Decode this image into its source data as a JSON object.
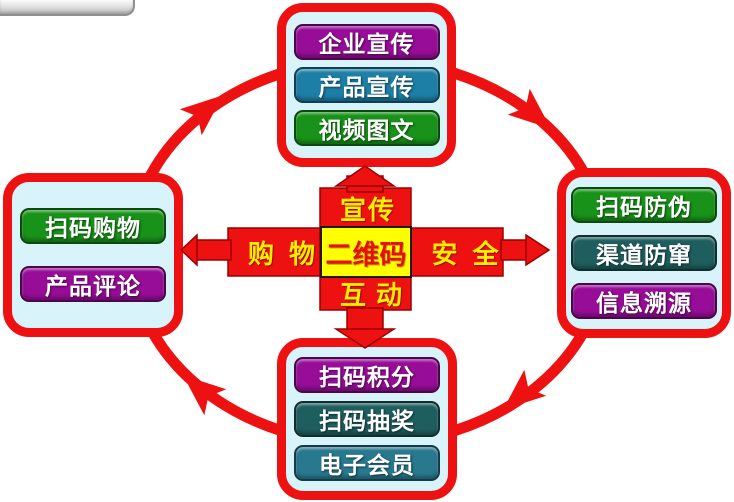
{
  "center": {
    "core_label": "二维码",
    "top_label": "宣传",
    "right_label": "安全",
    "bottom_label": "互动",
    "left_label": "购物"
  },
  "nodes": {
    "top": {
      "items": [
        {
          "label": "企业宣传",
          "color": "purple"
        },
        {
          "label": "产品宣传",
          "color": "teal"
        },
        {
          "label": "视频图文",
          "color": "green"
        }
      ]
    },
    "right": {
      "items": [
        {
          "label": "扫码防伪",
          "color": "green"
        },
        {
          "label": "渠道防窜",
          "color": "dark-teal"
        },
        {
          "label": "信息溯源",
          "color": "purple"
        }
      ]
    },
    "bottom": {
      "items": [
        {
          "label": "扫码积分",
          "color": "purple"
        },
        {
          "label": "扫码抽奖",
          "color": "dark-teal"
        },
        {
          "label": "电子会员",
          "color": "steel-teal"
        }
      ]
    },
    "left": {
      "items": [
        {
          "label": "扫码购物",
          "color": "green"
        },
        {
          "label": "产品评论",
          "color": "purple"
        }
      ]
    }
  },
  "colors": {
    "red": "#ed1111",
    "red_outline": "#9c0000",
    "box_fill": "#d8f3f9",
    "core_yellow": "#ffff00",
    "core_text_red": "#e60e0e",
    "label_yellow": "#ffee00",
    "pill_purple": "#970d97",
    "pill_teal": "#1d7fa6",
    "pill_green": "#189218",
    "pill_dark_teal": "#1f5e5e",
    "pill_steel_teal": "#28788e",
    "pill_text": "#ffffff"
  }
}
